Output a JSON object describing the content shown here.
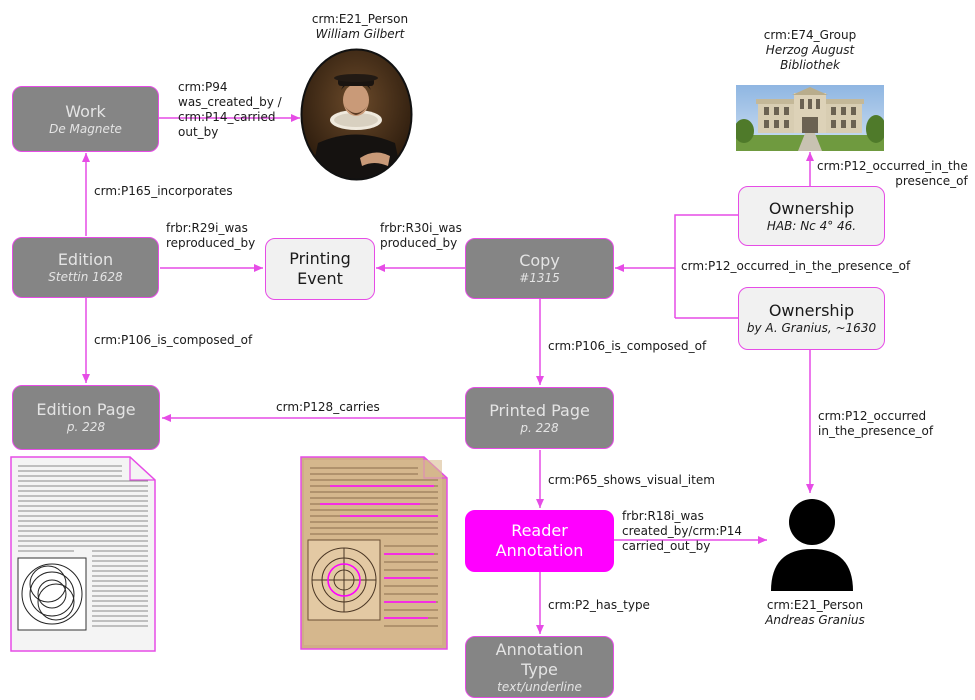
{
  "nodes": {
    "work": {
      "title": "Work",
      "sub": "De Magnete"
    },
    "edition": {
      "title": "Edition",
      "sub": "Stettin 1628"
    },
    "edition_page": {
      "title": "Edition Page",
      "sub": "p. 228"
    },
    "printing_event": {
      "title": "Printing Event"
    },
    "copy": {
      "title": "Copy",
      "sub": "#1315"
    },
    "printed_page": {
      "title": "Printed Page",
      "sub": "p. 228"
    },
    "reader_annotation": {
      "title": "Reader Annotation"
    },
    "annotation_type": {
      "title": "Annotation Type",
      "sub": "text/underline"
    },
    "ownership_hab": {
      "title": "Ownership",
      "sub": "HAB: Nc 4° 46."
    },
    "ownership_granius": {
      "title": "Ownership",
      "sub": "by A. Granius, ~1630"
    }
  },
  "captions": {
    "gilbert": {
      "class": "crm:E21_Person",
      "name": "William Gilbert"
    },
    "hab": {
      "class": "crm:E74_Group",
      "name_line1": "Herzog August",
      "name_line2": "Bibliothek"
    },
    "granius": {
      "class": "crm:E21_Person",
      "name": "Andreas Granius"
    }
  },
  "edge_labels": {
    "p94_l1": "crm:P94",
    "p94_l2": "was_created_by /",
    "p94_l3": "crm:P14_carried",
    "p94_l4": "out_by",
    "p165": "crm:P165_incorporates",
    "r29_l1": "frbr:R29i_was",
    "r29_l2": "reproduced_by",
    "r30_l1": "frbr:R30i_was",
    "r30_l2": "produced_by",
    "p12_mid": "crm:P12_occurred_in_the_presence_of",
    "p12_top_l1": "crm:P12_occurred_in_the",
    "p12_top_l2": "presence_of",
    "p106_left": "crm:P106_is_composed_of",
    "p106_mid": "crm:P106_is_composed_of",
    "p128": "crm:P128_carries",
    "p12_right_l1": "crm:P12_occurred",
    "p12_right_l2": "in_the_presence_of",
    "p65": "crm:P65_shows_visual_item",
    "r18_l1": "frbr:R18i_was",
    "r18_l2": "created_by/crm:P14",
    "r18_l3": "carried_out_by",
    "p2": "crm:P2_has_type"
  },
  "colors": {
    "accent": "#ff00ff",
    "node_dark": "#858585",
    "node_light": "#f1f1f1",
    "edge": "#e64ce6"
  }
}
